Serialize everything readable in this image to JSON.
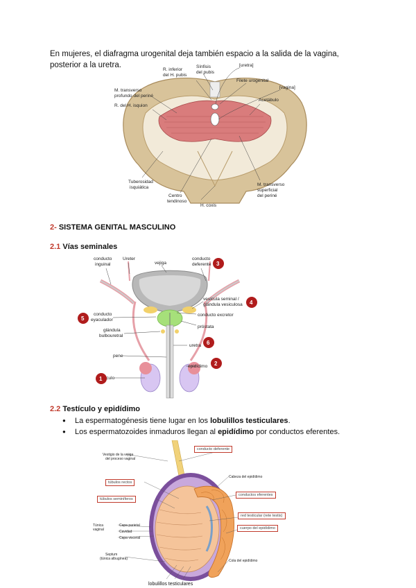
{
  "intro": "En mujeres, el diafragma urogenital deja también espacio a la salida de la vagina, posterior a la uretra.",
  "fig1": {
    "labels": {
      "sinfisis": "Sínfisis",
      "pubis": "del pubis",
      "rinferior": "R. inferior",
      "delhpubis": "del H. pubis",
      "uretra": "[uretra]",
      "filete": "Filete urogenital",
      "vagina": "[vagina]",
      "mtrans1": "M. transverso",
      "mtrans2": "profundo del periné",
      "rhisq": "R. del H. isquion",
      "acetabulo": "Acetábulo",
      "tuber1": "Tuberosidad",
      "tuber2": "isquiática",
      "centro1": "Centro",
      "centro2": "tendinoso",
      "hcoxis": "H. coxis",
      "msup1": "M. transverso",
      "msup2": "superficial",
      "msup3": "del periné"
    }
  },
  "section2": {
    "num": "2-",
    "title": "SISTEMA GENITAL MASCULINO"
  },
  "section21": {
    "num": "2.1",
    "title": "Vías seminales"
  },
  "fig2": {
    "labels": {
      "cond_ing1": "conducto",
      "cond_ing2": "inguinal",
      "ureter_top": "Ureter",
      "vejiga": "vejiga",
      "cond_def1": "conducto",
      "cond_def2": "deferente",
      "vesicula1": "vesícula seminal /",
      "vesicula2": "glándula vesiculosa",
      "cond_exc": "conducto excretor",
      "cond_eya1": "conducto",
      "cond_eya2": "eyaculador",
      "prostata": "próstata",
      "glandula1": "glándula",
      "glandula2": "bulbouretral",
      "uretra": "uretra",
      "pene": "pene",
      "epididimo": "epidídimo",
      "testiculo": "testículo"
    },
    "badges": [
      "1",
      "2",
      "3",
      "4",
      "5",
      "6"
    ]
  },
  "section22": {
    "num": "2.2",
    "title": "Testículo y epidídimo"
  },
  "bullets": {
    "b1_pre": "La espermatogénesis tiene lugar en los ",
    "b1_bold": "lobulillos testiculares",
    "b1_post": ".",
    "b2_pre": "Los espermatozoides inmaduros llegan al ",
    "b2_bold": "epidídimo",
    "b2_post": " por conductos eferentes."
  },
  "fig3": {
    "boxes": {
      "deferente": "conducto deferente",
      "rectos": "túbulos rectos",
      "seminiferos": "túbulos seminíferos",
      "eferentes": "conductos eferentes",
      "red": "red testicular (rete testis)",
      "cuerpo": "cuerpo del epidídimo"
    },
    "labels": {
      "vestigio1": "Vestigio de la vejiga",
      "vestigio2": "del proceso vaginal",
      "cabeza": "Cabeza del epidídimo",
      "tunica1": "Túnica",
      "tunica2": "vaginal",
      "capa_par": "Capa parietal",
      "cavidad": "Cavidad",
      "capa_vis": "Capa visceral",
      "septum1": "Septum",
      "septum2": "(túnica albugínea)",
      "cola": "Cola del epidídimo",
      "lobulillos": "lobulillos testiculares"
    }
  }
}
